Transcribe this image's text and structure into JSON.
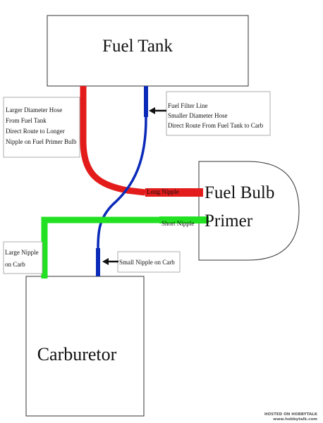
{
  "colors": {
    "red_hose": "#e31b1b",
    "blue_line": "#0a2ab8",
    "green_hose": "#22e022",
    "outline": "#333333",
    "note_border": "#999999",
    "background": "#ffffff"
  },
  "fuel_tank": {
    "label": "Fuel Tank"
  },
  "fuel_bulb": {
    "line1": "Fuel Bulb",
    "line2": "Primer"
  },
  "carburetor": {
    "label": "Carburetor"
  },
  "notes": {
    "larger_hose": {
      "line1": "Larger Diameter Hose",
      "line2": "From Fuel Tank",
      "line3": "Direct Route to Longer",
      "line4": "Nipple on Fuel Primer Bulb"
    },
    "filter_line": {
      "line1": "Fuel Filter Line",
      "line2": "Smaller Diameter Hose",
      "line3": "Direct Route From Fuel Tank to Carb"
    },
    "large_nipple": {
      "line1": "Large Nipple",
      "line2": "on Carb"
    },
    "small_nipple": {
      "line1": "Small Nipple on Carb"
    },
    "long_nipple": {
      "label": "Long Nipple"
    },
    "short_nipple": {
      "label": "Short Nipple"
    }
  },
  "watermark": {
    "line1": "HOSTED ON HOBBYTALK",
    "line2": "www.hobbytalk.com"
  }
}
